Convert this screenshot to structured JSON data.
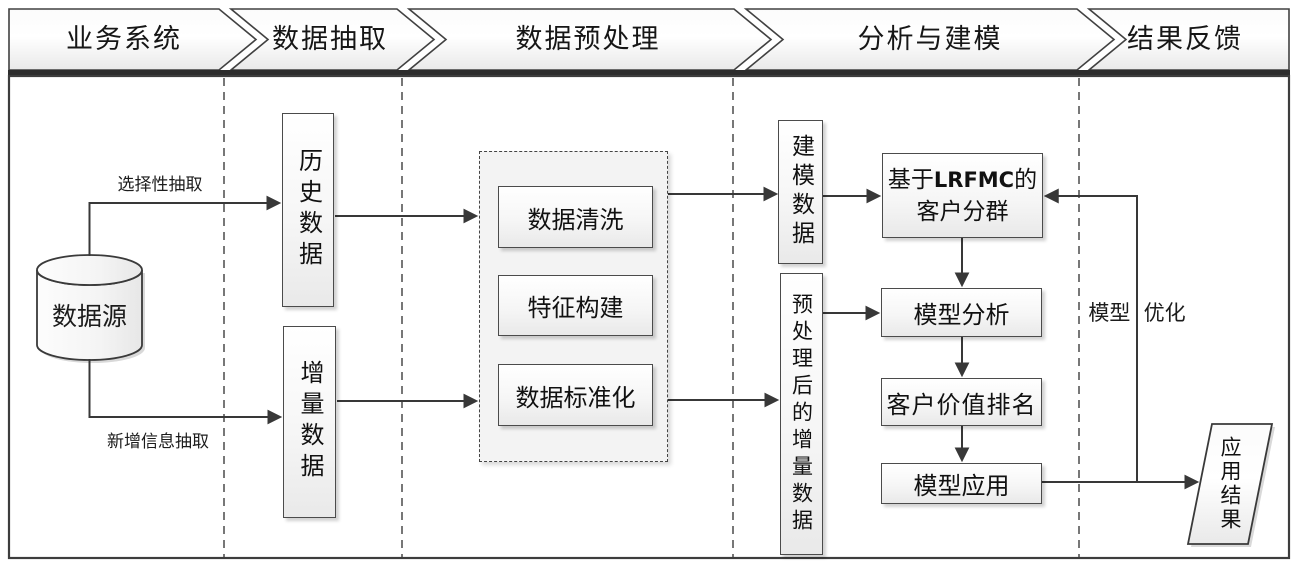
{
  "header": {
    "phases": [
      {
        "label": "业务系统"
      },
      {
        "label": "数据抽取"
      },
      {
        "label": "数据预处理"
      },
      {
        "label": "分析与建模"
      },
      {
        "label": "结果反馈"
      }
    ]
  },
  "nodes": {
    "data_source": "数据源",
    "historical_data": "历史数据",
    "incremental_data": "增量数据",
    "data_cleaning": "数据清洗",
    "feature_construction": "特征构建",
    "data_standardization": "数据标准化",
    "modeling_data": "建模数据",
    "preprocessed_incremental_data": "预处理后的增量数据",
    "lrfmc_prefix": "基于",
    "lrfmc_code": "LRFMC",
    "lrfmc_suffix": "的",
    "lrfmc_line2": "客户分群",
    "model_analysis": "模型分析",
    "customer_value_ranking": "客户价值排名",
    "model_application": "模型应用",
    "application_result": "应用结果"
  },
  "edge_labels": {
    "selective_extraction": "选择性抽取",
    "new_info_extraction": "新增信息抽取",
    "model_optimization": "模型 优化"
  },
  "colors": {
    "line": "#3a3a3a",
    "box_border": "#4b4b4b",
    "box_fill_light": "#f6f6f6",
    "header_bottom_bar": "#2d2d2d",
    "background": "#ffffff"
  }
}
